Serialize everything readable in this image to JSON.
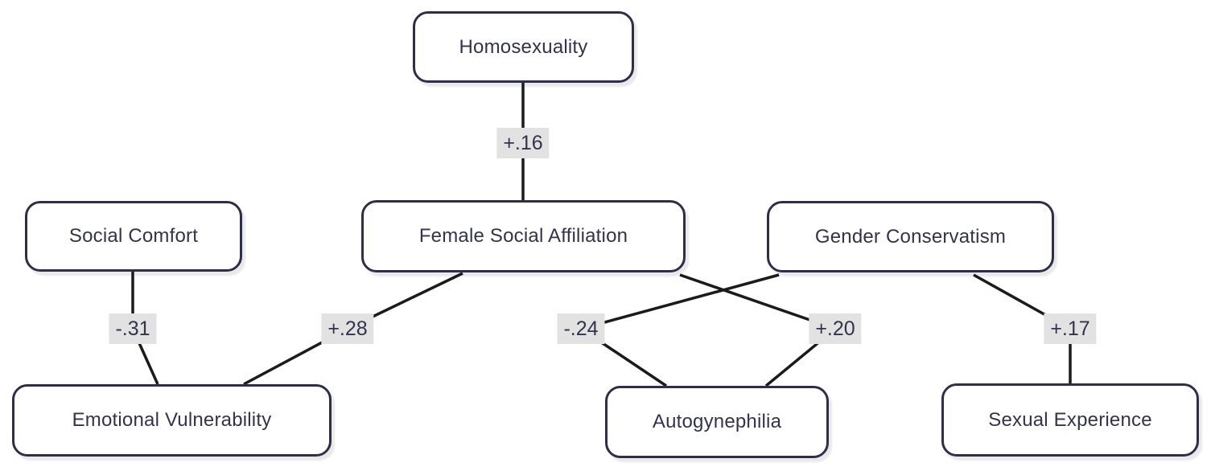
{
  "diagram": {
    "type": "correlation-network",
    "background_color": "#ffffff",
    "node_fill_color": "#ffffff",
    "node_border_color": "#2e2e48",
    "node_text_color": "#33334c",
    "edge_line_color": "#1b1b1b",
    "edge_label_background": "#e2e2e2",
    "nodes": [
      {
        "id": "homosexuality",
        "label": "Homosexuality"
      },
      {
        "id": "social-comfort",
        "label": "Social Comfort"
      },
      {
        "id": "female-social-affiliation",
        "label": "Female Social Affiliation"
      },
      {
        "id": "gender-conservatism",
        "label": "Gender Conservatism"
      },
      {
        "id": "emotional-vulnerability",
        "label": "Emotional Vulnerability"
      },
      {
        "id": "autogynephilia",
        "label": "Autogynephilia"
      },
      {
        "id": "sexual-experience",
        "label": "Sexual Experience"
      }
    ],
    "edges": [
      {
        "from": "Homosexuality",
        "to": "Female Social Affiliation",
        "label": "+.16"
      },
      {
        "from": "Social Comfort",
        "to": "Emotional Vulnerability",
        "label": "-.31"
      },
      {
        "from": "Female Social Affiliation",
        "to": "Emotional Vulnerability",
        "label": "+.28"
      },
      {
        "from": "Gender Conservatism",
        "to": "Autogynephilia",
        "label": "-.24"
      },
      {
        "from": "Female Social Affiliation",
        "to": "Autogynephilia",
        "label": "+.20"
      },
      {
        "from": "Gender Conservatism",
        "to": "Sexual Experience",
        "label": "+.17"
      }
    ]
  }
}
